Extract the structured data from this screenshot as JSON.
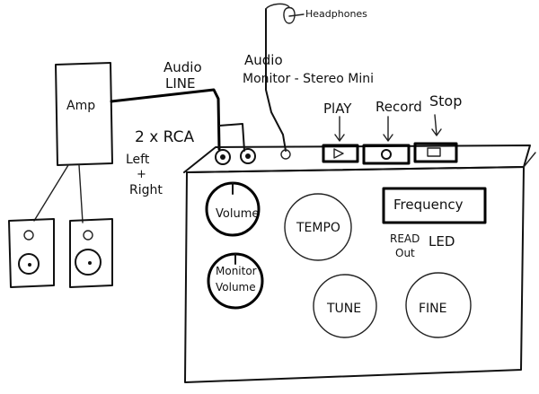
{
  "amp": {
    "label": "Amp"
  },
  "cables": {
    "audio_line": {
      "line1": "Audio",
      "line2": "LINE"
    },
    "audio_monitor": {
      "line1": "Audio",
      "line2": "Monitor - Stereo Mini"
    },
    "headphones": "Headphones",
    "rca": {
      "line1": "2 x RCA",
      "line2": "Left",
      "line3": "+",
      "line4": "Right"
    }
  },
  "transport": {
    "play": "PlAY",
    "record": "Record",
    "stop": "Stop"
  },
  "knobs": {
    "volume": "Volume",
    "monitor_volume": {
      "line1": "Monitor",
      "line2": "Volume"
    },
    "tempo": "TEMPO",
    "tune": "TUNE",
    "fine": "FINE"
  },
  "display": {
    "frequency": "Frequency",
    "readout": {
      "line1": "READ",
      "line2": "Out"
    },
    "led": "LED"
  }
}
